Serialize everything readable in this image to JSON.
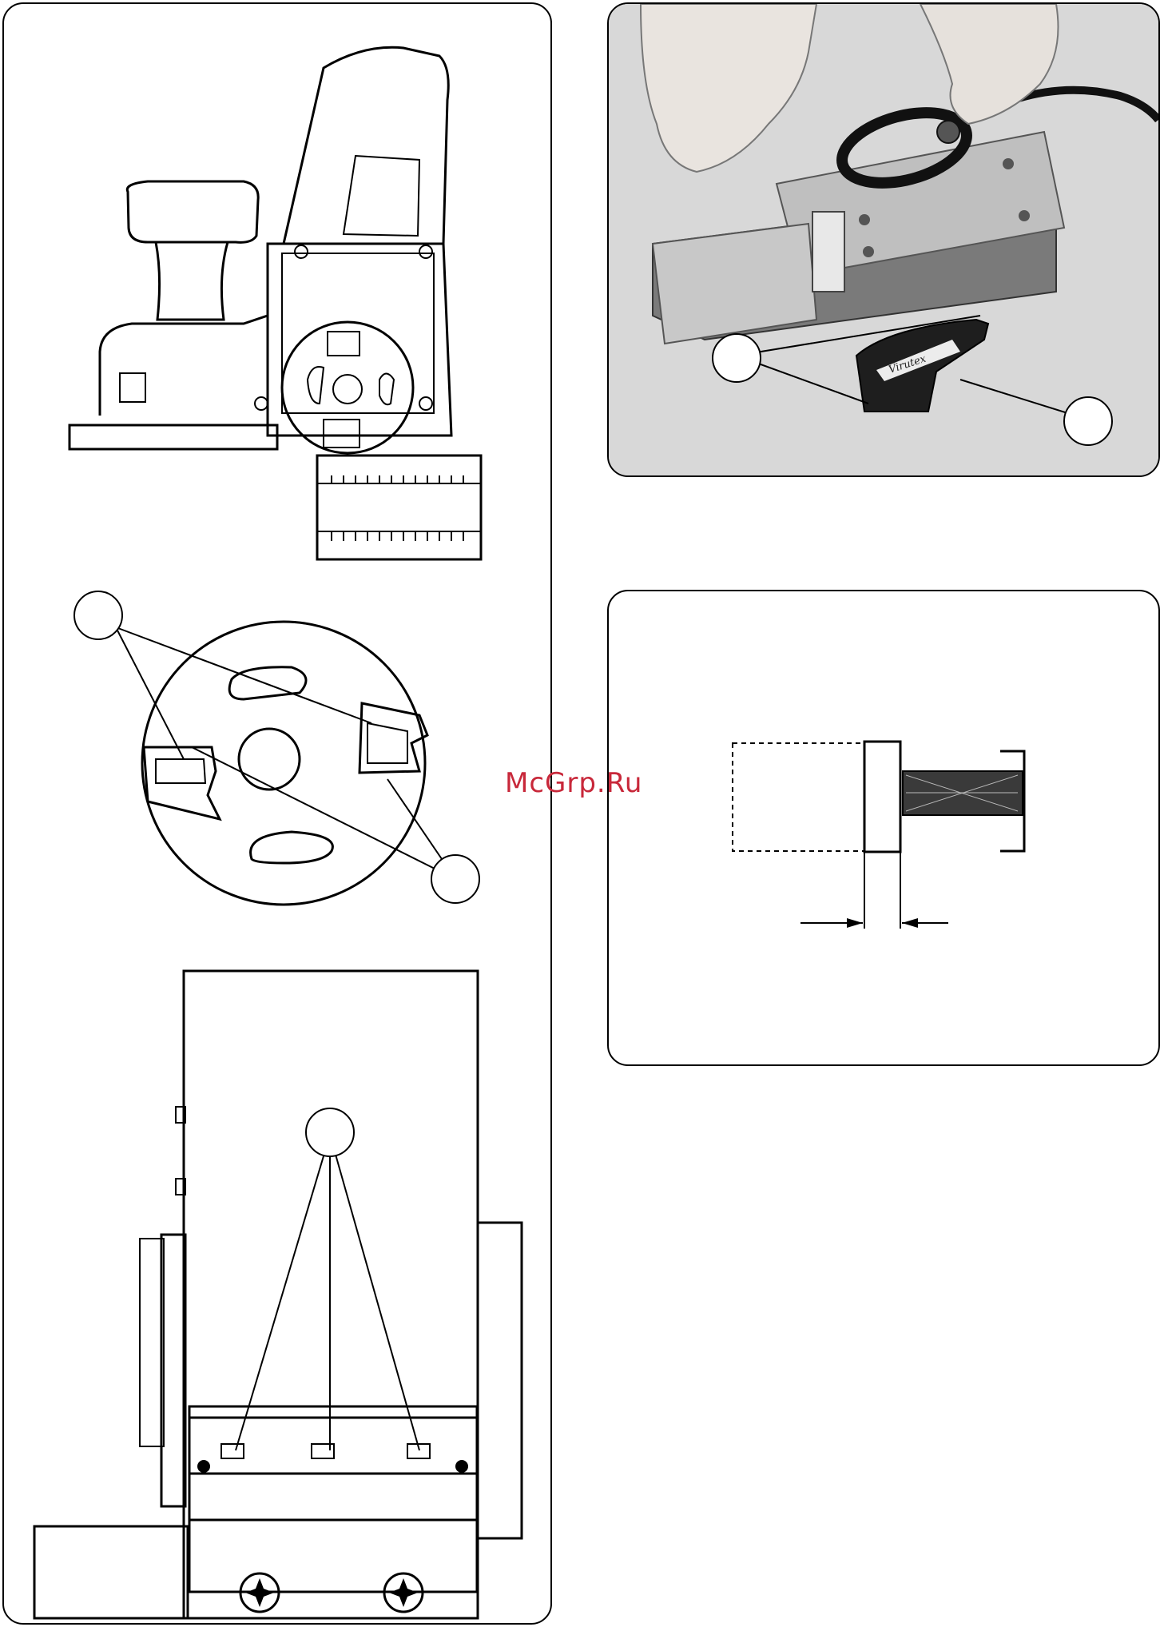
{
  "watermark": {
    "text": "McGrp.Ru",
    "color": "#c8283a"
  },
  "figures": {
    "planer_side_view": {
      "icon": "planer-side-view-drawing"
    },
    "cutter_drum": {
      "icon": "cutter-drum-drawing",
      "callouts": 2
    },
    "planer_bottom_view": {
      "icon": "planer-bottom-view-drawing",
      "callouts": 1
    },
    "photo": {
      "icon": "photo-hands-changing-blade",
      "label_text": "Virutex",
      "callouts": 2
    },
    "gauge": {
      "icon": "blade-setting-gauge-drawing"
    }
  }
}
